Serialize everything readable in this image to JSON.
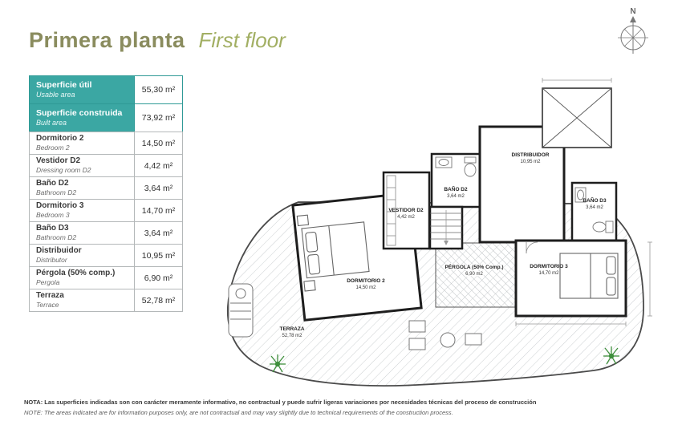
{
  "header": {
    "title_es": "Primera planta",
    "title_en": "First floor"
  },
  "summary": [
    {
      "label_es": "Superficie útil",
      "label_en": "Usable area",
      "value": "55,30 m²"
    },
    {
      "label_es": "Superficie construida",
      "label_en": "Built area",
      "value": "73,92 m²"
    }
  ],
  "rows": [
    {
      "label_es": "Dormitorio 2",
      "label_en": "Bedroom 2",
      "value": "14,50 m²"
    },
    {
      "label_es": "Vestidor D2",
      "label_en": "Dressing room D2",
      "value": "4,42 m²"
    },
    {
      "label_es": "Baño D2",
      "label_en": "Bathroom D2",
      "value": "3,64 m²"
    },
    {
      "label_es": "Dormitorio 3",
      "label_en": "Bedroom 3",
      "value": "14,70 m²"
    },
    {
      "label_es": "Baño D3",
      "label_en": "Bathroom D2",
      "value": "3,64 m²"
    },
    {
      "label_es": "Distribuidor",
      "label_en": "Distributor",
      "value": "10,95 m²"
    },
    {
      "label_es": "Pérgola (50% comp.)",
      "label_en": "Pergola",
      "value": "6,90 m²"
    },
    {
      "label_es": "Terraza",
      "label_en": "Terrace",
      "value": "52,78 m²"
    }
  ],
  "plan": {
    "compass": "N",
    "rooms": [
      {
        "name": "DISTRIBUIDOR",
        "area": "10,95 m2"
      },
      {
        "name": "BAÑO D2",
        "area": "3,64 m2"
      },
      {
        "name": "VESTIDOR D2",
        "area": "4,42 m2"
      },
      {
        "name": "BAÑO D3",
        "area": "3,64 m2"
      },
      {
        "name": "DORMITORIO 2",
        "area": "14,50 m2"
      },
      {
        "name": "PÉRGOLA (50% Comp.)",
        "area": "6,90 m2"
      },
      {
        "name": "DORMITORIO 3",
        "area": "14,70 m2"
      },
      {
        "name": "TERRAZA",
        "area": "52,78 m2"
      }
    ]
  },
  "footer": {
    "note_es": "NOTA: Las superficies indicadas son con carácter meramente informativo, no contractual y puede sufrir ligeras variaciones por necesidades técnicas del proceso de construcción",
    "note_en": "NOTE: The areas indicated are for information purposes only, are not contractual and may vary slightly due to technical requirements of the construction process."
  },
  "colors": {
    "teal": "#3BA7A3",
    "title_olive": "#8A8C5E",
    "title_green": "#A2AF63"
  }
}
